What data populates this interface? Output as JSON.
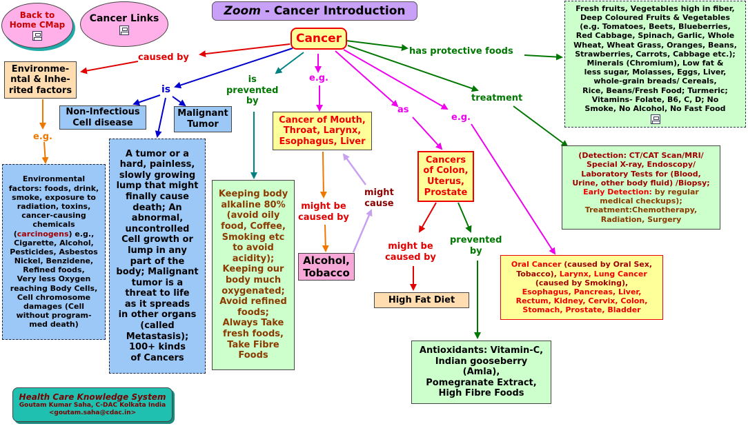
{
  "title": {
    "prefix": "Zoom",
    "rest": " - Cancer Introduction"
  },
  "nav": {
    "home": "Back to\nHome CMap",
    "links": "Cancer Links"
  },
  "colors": {
    "red": "#e00000",
    "blue": "#0000cc",
    "teal": "#008080",
    "magenta": "#ee00ee",
    "green": "#007700",
    "orange": "#ee7700",
    "lavender": "#c8a0f0"
  },
  "nodes": {
    "cancer": "Cancer",
    "env": "Environme-\nntal & Inhe-\nrited factors",
    "noninf": "Non-Infectious\nCell disease",
    "malig": "Malignant\nTumor",
    "env_detail_pre": "Environmental\nfactors: foods, drink,\nsmoke, exposure to\nradiation, toxins,\ncancer-causing\nchemicals\n(",
    "env_detail_carc": "carcinogens",
    "env_detail_post": ") e.g.,\nCigarette, Alcohol,\nPesticides, Asbestos\nNickel, Benzidene,\nRefined foods,\nVery less Oxygen\nreaching Body Cells,\nCell chromosome\ndamages (Cell\nwithout program-\nmed death)",
    "tumor": "A tumor or a\nhard, painless,\nslowly growing\nlump that might\nfinally cause\ndeath; An\nabnormal,\nuncontrolled\nCell growth or\nlump in any\npart of the\nbody; Malignant\ntumor is a\nthreat to life\nas it spreads\nin other organs\n(called\nMetastasis);\n100+ kinds\nof Cancers",
    "alkaline": "Keeping body\nalkaline 80%\n(avoid oily\nfood, Coffee,\nSmoking etc\nto avoid\nacidity);\nKeeping our\nbody much\noxygenated;\nAvoid refined\nfoods;\nAlways Take\nfresh foods,\nTake Fibre\nFoods",
    "mouth": "Cancer of Mouth,\nThroat, Larynx,\nEsophagus, Liver",
    "alcohol": "Alcohol,\nTobacco",
    "colon": "Cancers\nof Colon,\nUterus,\nProstate",
    "highfat": "High Fat Diet",
    "antiox": "Antioxidants: Vitamin-C,\nIndian gooseberry\n(Amla),\nPomegranate Extract,\nHigh Fibre Foods",
    "oral_a": "Oral Cancer",
    "oral_b": " (caused by Oral Sex,\nTobacco), ",
    "oral_c": "Larynx, Lung Cancer",
    "oral_d": "\n(caused by Smoking),\n",
    "oral_e": "Esophagus, Pancreas, Liver,\nRectum, Kidney, Cervix, Colon,\nStomach, Prostate, Bladder",
    "foods": "Fresh fruits, Vegetables high in fiber,\nDeep Coloured Fruits & Vegetables\n(e.g. Tomatoes, Beets, Blueberries,\nRed Cabbage, Spinach, Garlic, Whole\nWheat, Wheat Grass, Oranges, Beans,\nStrawberries, Carrots, Cabbage etc.);\nMinerals (Chromium), Low fat &\nless sugar, Molasses, Eggs, Liver,\nwhole-grain breads/ Cereals,\nRice, Beans/Fresh Food; Turmeric;\nVitamins- Folate, B6, C, D; No\nSmoke, No Alcohol, No Fast Food",
    "detect_a": "(Detection: CT/CAT Scan/MRI/\nSpecial X-ray, Endoscopy/\nLaboratory Tests for (Blood,\nUrine, other body fluid) /Biopsy;\n",
    "detect_b": "Early Detection:",
    "detect_c": " by regular\nmedical checkups);\nTreatment:Chemotherapy,\nRadiation, Surgery"
  },
  "links": {
    "caused_by": "caused by",
    "is": "is",
    "is_prevented_by": "is\nprevented\nby",
    "eg1": "e.g.",
    "eg_env": "e.g.",
    "as": "as",
    "eg2": "e.g.",
    "has_protective": "has protective foods",
    "treatment": "treatment",
    "might_be_caused_1": "might be\ncaused by",
    "might_cause": "might\ncause",
    "might_be_caused_2": "might be\ncaused by",
    "prevented_by": "prevented\nby"
  },
  "footer": {
    "title": "Health Care Knowledge System",
    "author": "Goutam Kumar Saha, C-DAC Kolkata India",
    "email": "<goutam.saha@cdac.in>"
  }
}
